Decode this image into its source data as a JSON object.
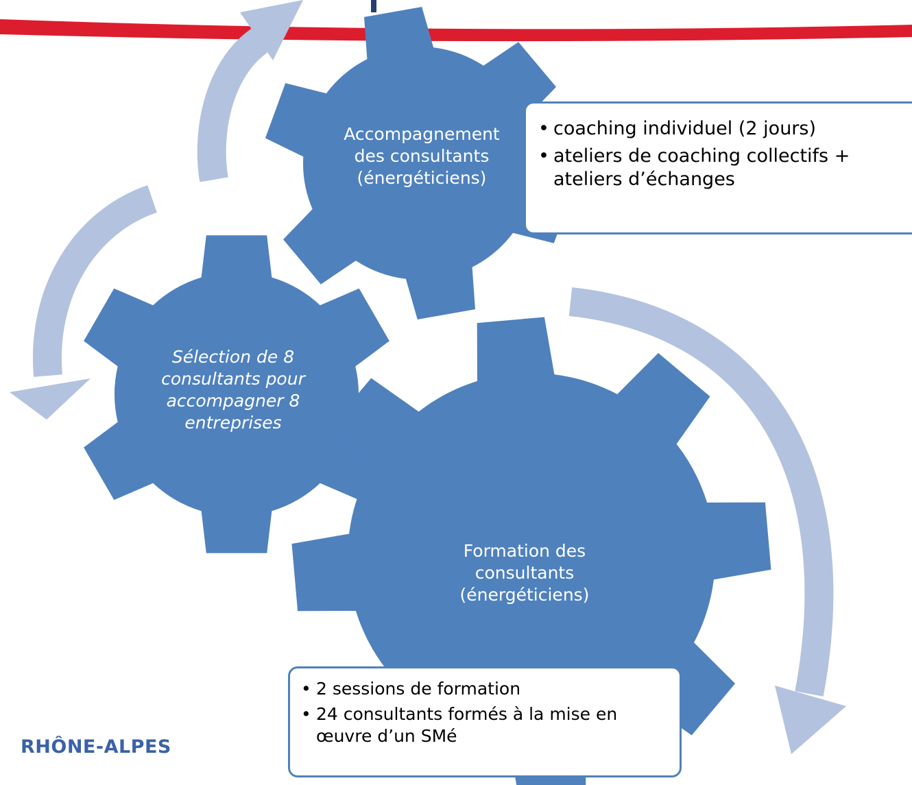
{
  "colors": {
    "gear": "#4f81bd",
    "arrow": "#b3c2de",
    "header_band": "#dc1d2e",
    "callout_border": "#4f81bd",
    "region_text": "#3a62a8"
  },
  "gears": {
    "top": {
      "lines": [
        "Accompagnement",
        "des consultants",
        "(énergéticiens)"
      ]
    },
    "left": {
      "lines": [
        "Sélection de 8",
        "consultants pour",
        "accompagner 8",
        "entreprises"
      ]
    },
    "bottom": {
      "lines": [
        "Formation des consultants",
        "(énergéticiens)"
      ]
    }
  },
  "callouts": {
    "top": {
      "items": [
        "coaching individuel (2 jours)",
        "ateliers de coaching collectifs + ateliers d’échanges"
      ]
    },
    "bottom": {
      "items": [
        "2 sessions de formation",
        "24 consultants formés à la mise en œuvre d’un SMé"
      ]
    }
  },
  "region_label": "RHÔNE-ALPES"
}
